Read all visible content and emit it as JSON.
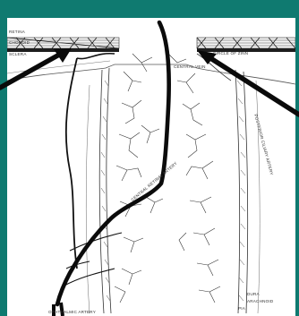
{
  "labels": {
    "retina": "RETINA",
    "choroid": "CHOROID",
    "sclera": "SCLERA",
    "circle_of_zinn": "CIRCLE OF ZINN",
    "central_retinal_vein": "CENTRAL VEIN",
    "posterior_ciliary_artery": "POSTERIOR CILIARY ARTERY",
    "central_retinal_artery": "CENTRAL RETINAL ARTERY",
    "ophthalmic_artery": "OPHTHALMIC ARTERY",
    "dura": "DURA",
    "arachnoid": "ARACHNOID",
    "pia": "PIA"
  }
}
